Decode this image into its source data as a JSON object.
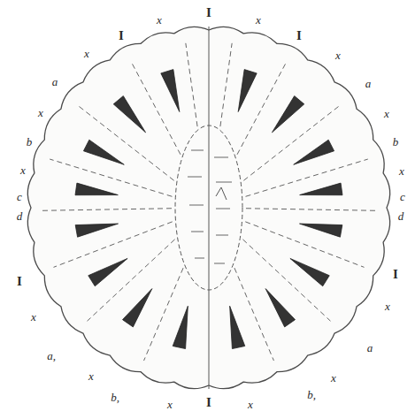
{
  "diagram": {
    "labels": [
      "I",
      "x",
      "x",
      "I",
      "I",
      "x",
      "x",
      "a",
      "a",
      "x",
      "x",
      "b",
      "b",
      "x",
      "x",
      "c",
      "c",
      "d",
      "d",
      "I",
      "I",
      "x",
      "x",
      "a",
      "a,",
      "x",
      "x",
      "b,",
      "b,",
      "x",
      "I",
      "x"
    ]
  }
}
